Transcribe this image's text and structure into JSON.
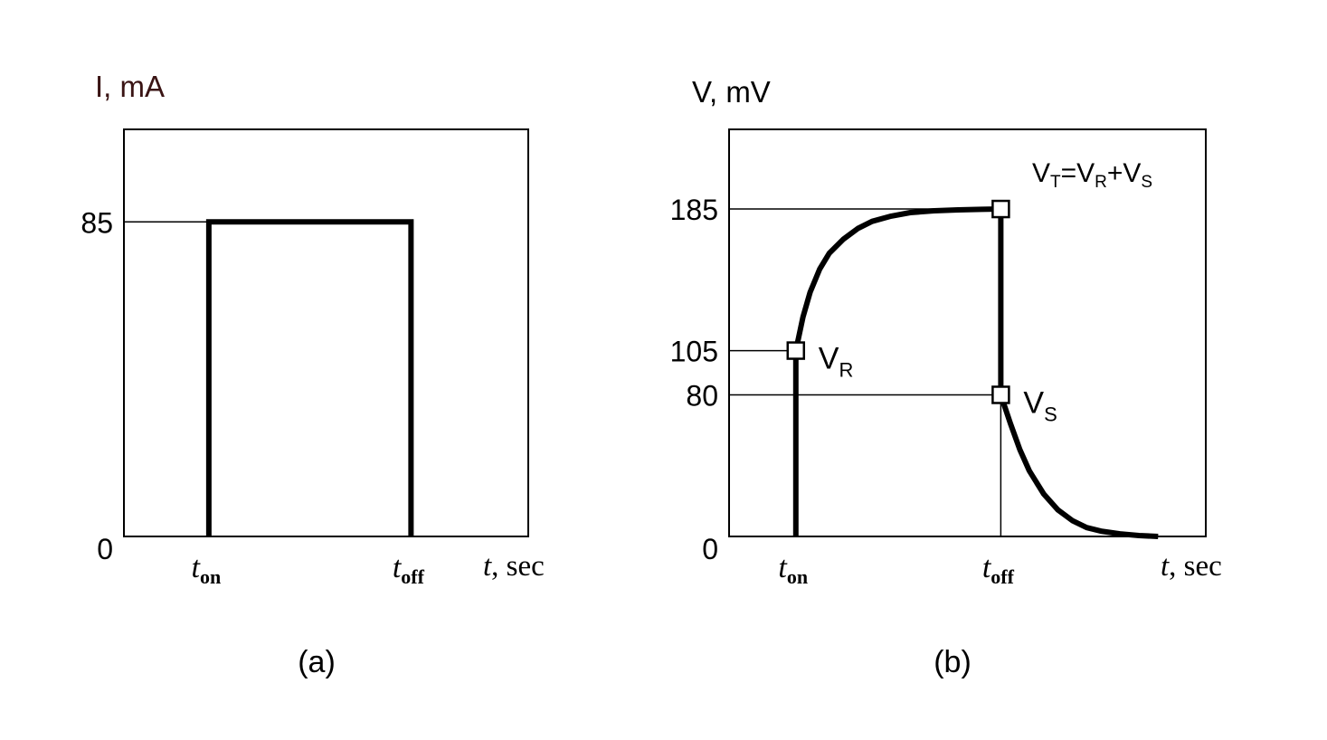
{
  "colors": {
    "frame": "#000000",
    "curve": "#000000",
    "y_title": "#3a1414",
    "background": "#ffffff"
  },
  "chart_data": [
    {
      "panel": "(a)",
      "type": "line",
      "ylabel": "I, mA",
      "xlabel": "t, sec",
      "y_ticks": [
        "0",
        "85"
      ],
      "x_ticks": [
        "t_on",
        "t_off"
      ],
      "ylim": [
        0,
        110
      ],
      "xlim": [
        0,
        1
      ],
      "t_on": 0.21,
      "t_off": 0.71,
      "series": [
        {
          "x": [
            0.21,
            0.21,
            0.71,
            0.71
          ],
          "y": [
            0,
            85,
            85,
            0
          ]
        }
      ],
      "grid": false
    },
    {
      "panel": "(b)",
      "type": "line",
      "ylabel": "V, mV",
      "xlabel": "t, sec",
      "y_ticks": [
        "0",
        "80",
        "105",
        "185"
      ],
      "x_ticks": [
        "t_on",
        "t_off"
      ],
      "ylim": [
        0,
        230
      ],
      "xlim": [
        0,
        1
      ],
      "t_on": 0.14,
      "t_off": 0.57,
      "series": [
        {
          "segments": [
            {
              "x": [
                0.14,
                0.14
              ],
              "y": [
                0,
                105
              ]
            },
            {
              "x": [
                0.14,
                0.155,
                0.17,
                0.19,
                0.21,
                0.24,
                0.27,
                0.3,
                0.34,
                0.38,
                0.43,
                0.48,
                0.53,
                0.57
              ],
              "y": [
                105,
                124,
                138,
                151,
                160,
                168,
                174,
                178,
                181,
                183,
                184,
                184.5,
                184.8,
                185
              ]
            },
            {
              "x": [
                0.57,
                0.57
              ],
              "y": [
                185,
                80
              ]
            },
            {
              "x": [
                0.57,
                0.59,
                0.61,
                0.63,
                0.66,
                0.69,
                0.72,
                0.75,
                0.78,
                0.82,
                0.86,
                0.9
              ],
              "y": [
                80,
                64,
                49,
                37,
                24,
                15,
                9,
                5,
                3,
                1.5,
                0.5,
                0
              ]
            }
          ]
        }
      ],
      "markers": [
        {
          "x": 0.14,
          "y": 105,
          "label": "V_R"
        },
        {
          "x": 0.57,
          "y": 80,
          "label": "V_S"
        },
        {
          "x": 0.57,
          "y": 185,
          "label": ""
        }
      ],
      "annotation": "VT=VR+VS",
      "grid": false
    }
  ]
}
